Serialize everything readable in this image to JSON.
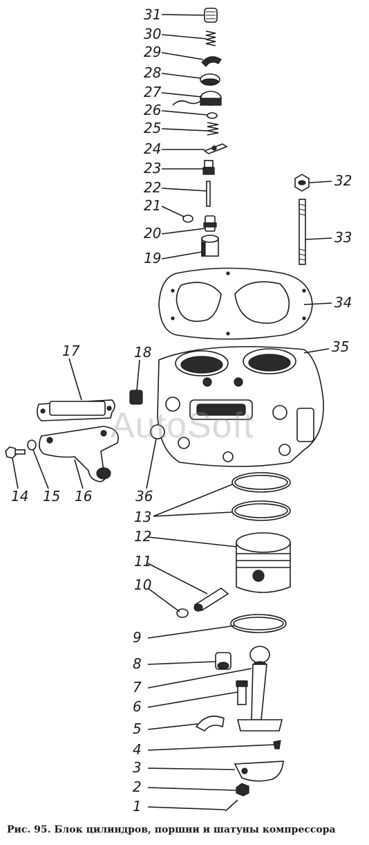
{
  "caption": "Рис. 95. Блок цилиндров, поршни и шатуны компрессора",
  "watermark": "AutoSoft",
  "labels": {
    "n1": "1",
    "n2": "2",
    "n3": "3",
    "n4": "4",
    "n5": "5",
    "n6": "6",
    "n7": "7",
    "n8": "8",
    "n9": "9",
    "n10": "10",
    "n11": "11",
    "n12": "12",
    "n13": "13",
    "n14": "14",
    "n15": "15",
    "n16": "16",
    "n17": "17",
    "n18": "18",
    "n19": "19",
    "n20": "20",
    "n21": "21",
    "n22": "22",
    "n23": "23",
    "n24": "24",
    "n25": "25",
    "n26": "26",
    "n27": "27",
    "n28": "28",
    "n29": "29",
    "n30": "30",
    "n31": "31",
    "n32": "32",
    "n33": "33",
    "n34": "34",
    "n35": "35",
    "n36": "36"
  }
}
